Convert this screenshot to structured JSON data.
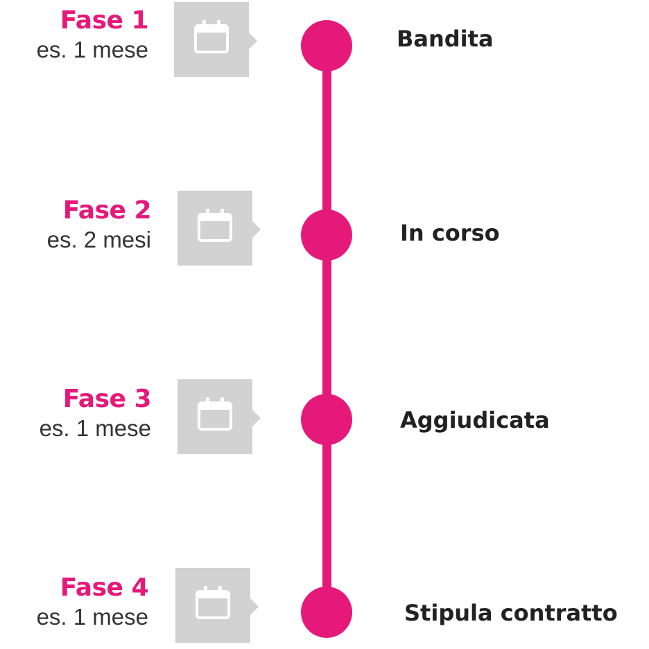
{
  "colors": {
    "accent": "#e5197a",
    "calendar_box": "#d2d2d2",
    "calendar_icon": "#ffffff",
    "stage_text": "#222222",
    "duration_text": "#333333"
  },
  "phases": [
    {
      "title": "Fase 1",
      "duration": "es. 1 mese",
      "stage": "Bandita",
      "icon": "calendar-icon"
    },
    {
      "title": "Fase 2",
      "duration": "es. 2 mesi",
      "stage": "In corso",
      "icon": "calendar-icon"
    },
    {
      "title": "Fase 3",
      "duration": "es. 1 mese",
      "stage": "Aggiudicata",
      "icon": "calendar-icon"
    },
    {
      "title": "Fase 4",
      "duration": "es. 1 mese",
      "stage": "Stipula contratto",
      "icon": "calendar-icon"
    }
  ]
}
